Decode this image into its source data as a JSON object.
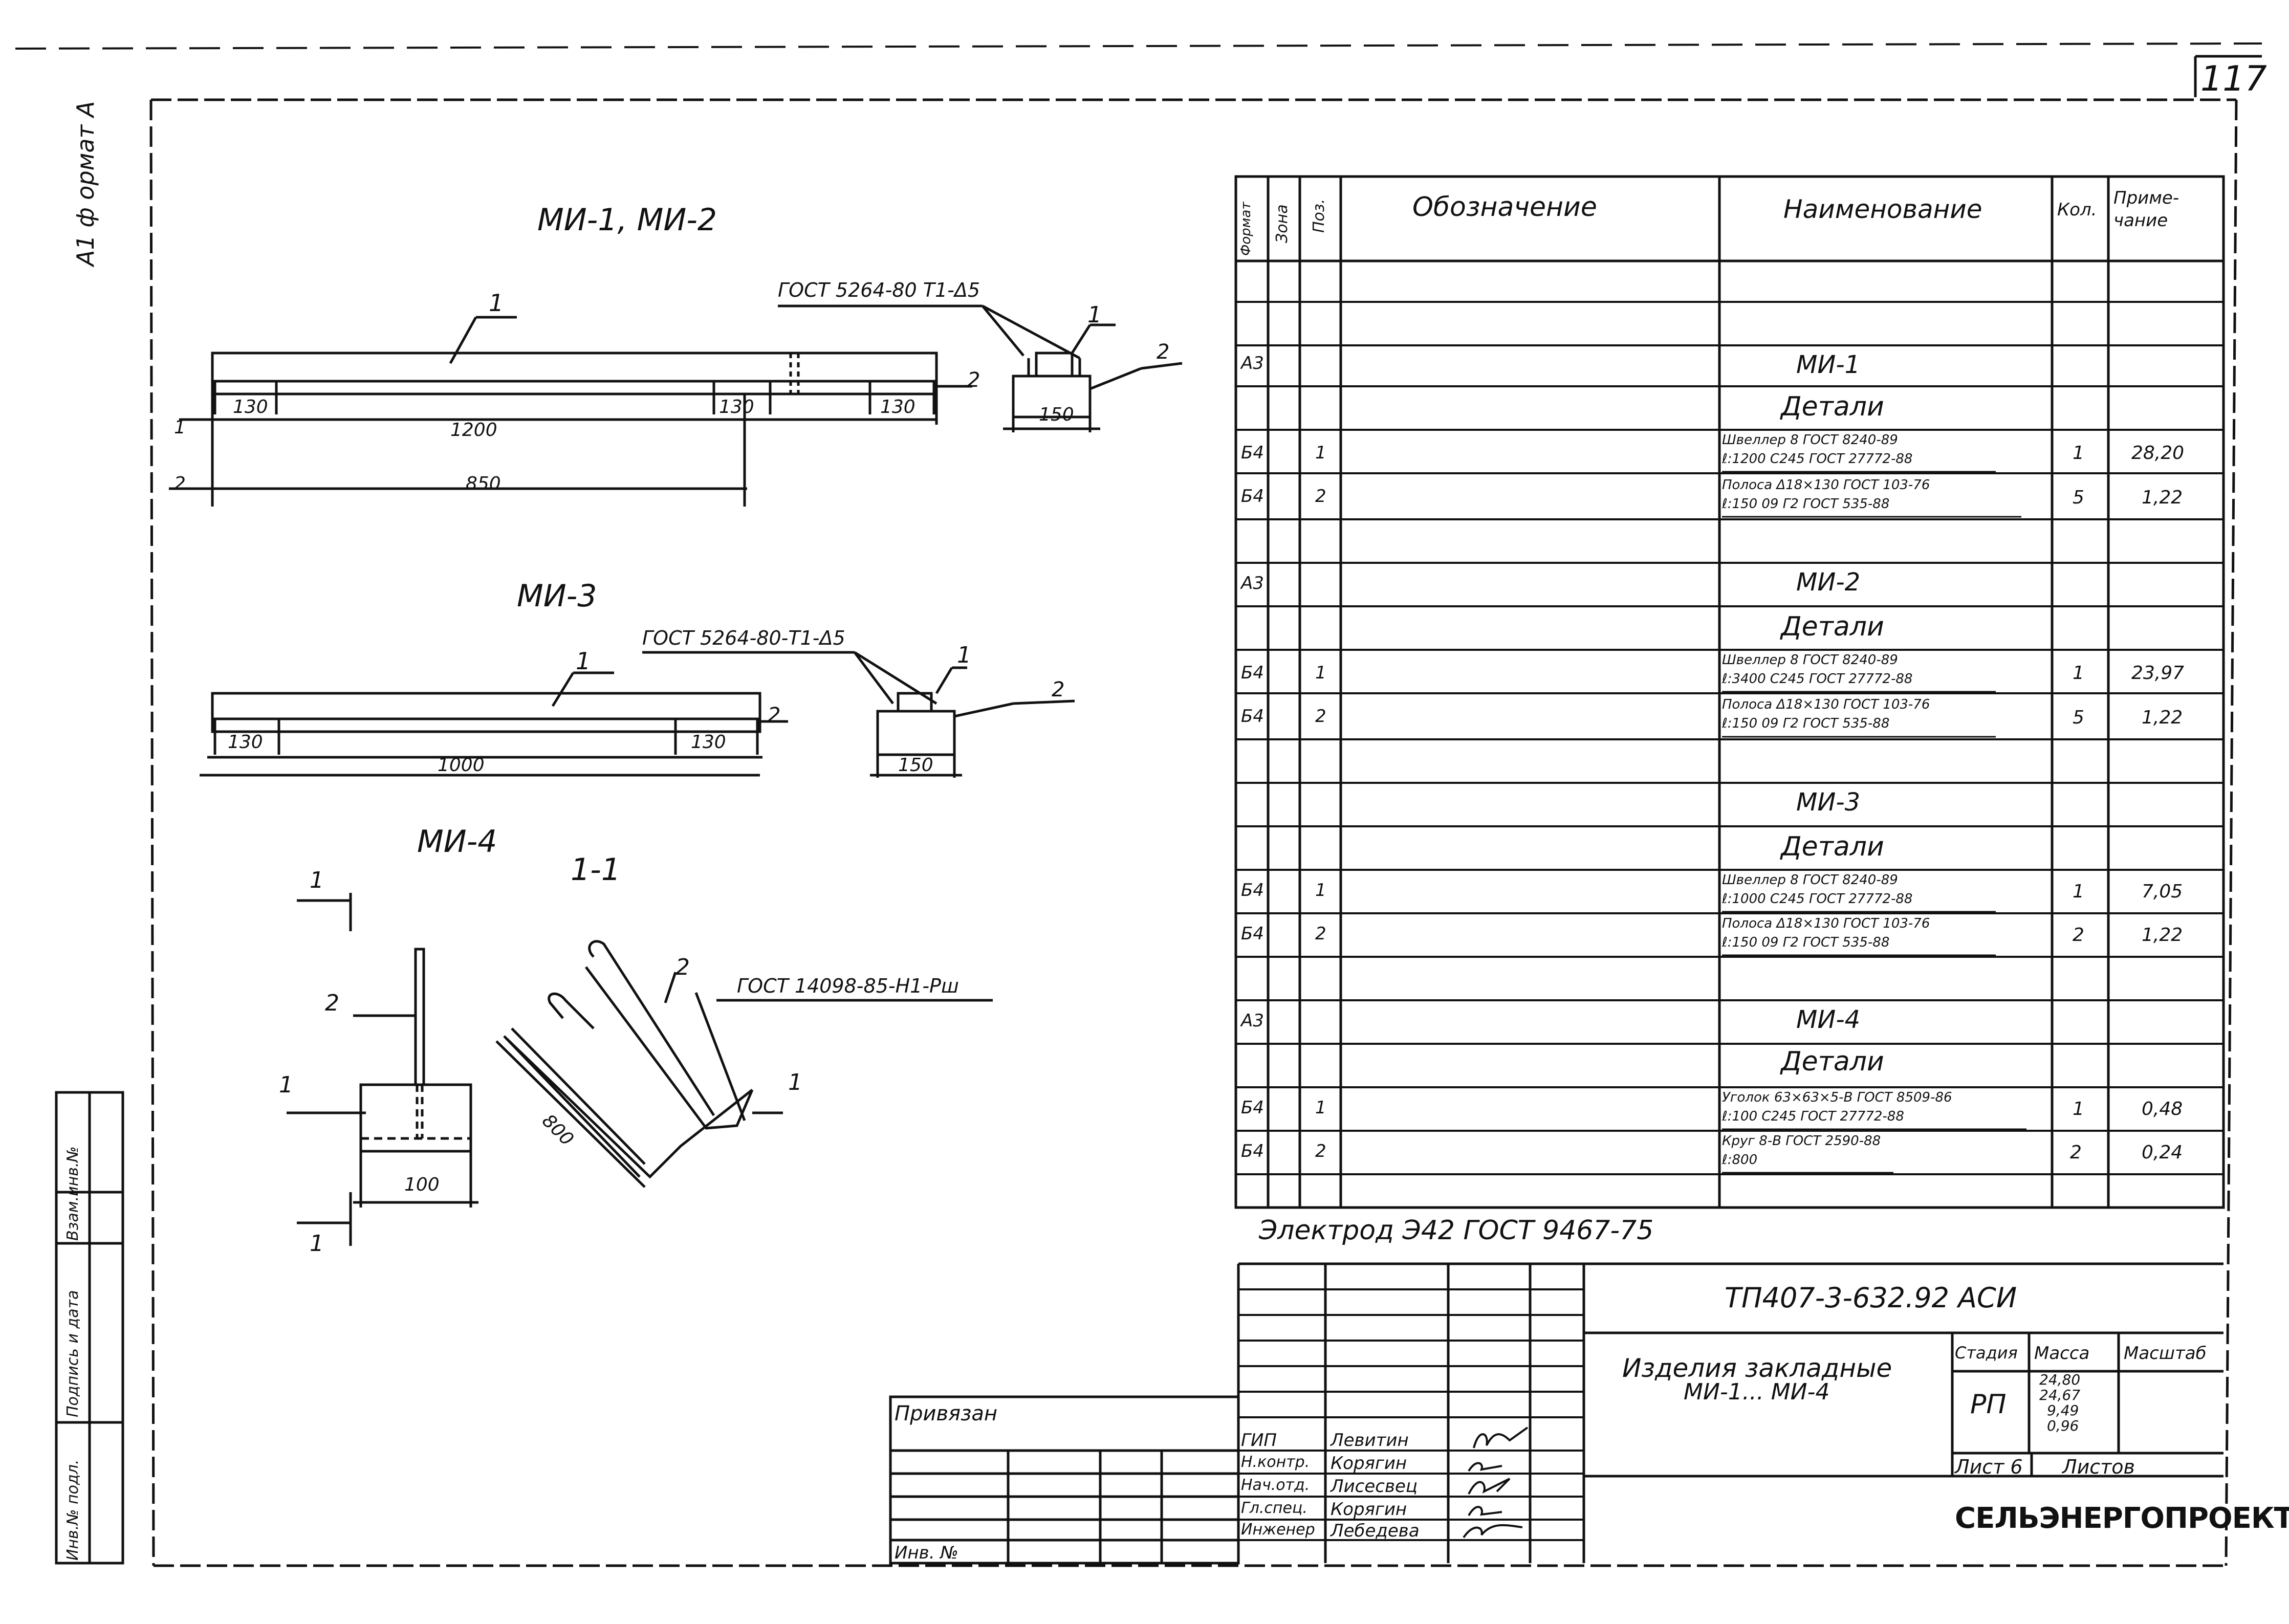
{
  "sheet_number": "117",
  "format_label": "А1 ф ормат А",
  "views": {
    "mi12": {
      "title": "МИ-1, МИ-2",
      "weld_note": "ГОСТ 5264-80 Т1-Δ5",
      "pos_1": "1",
      "pos_2": "2",
      "dim_130_left": "130",
      "dim_1200": "1200",
      "dim_130_mid": "130",
      "dim_130_right": "130",
      "dim_850": "850",
      "dim_150": "150",
      "mark_1": "1",
      "mark_2": "2",
      "sec_pos_1": "1",
      "sec_pos_2": "2"
    },
    "mi3": {
      "title": "МИ-3",
      "weld_note": "ГОСТ 5264-80-Т1-Δ5",
      "pos_1": "1",
      "pos_2": "2",
      "dim_130_left": "130",
      "dim_1000": "1000",
      "dim_130_right": "130",
      "dim_150": "150",
      "sec_pos_1": "1",
      "sec_pos_2": "2"
    },
    "mi4": {
      "title": "МИ-4",
      "section_title": "1-1",
      "weld_note": "ГОСТ 14098-85-Н1-Рш",
      "pos_1": "1",
      "pos_2": "2",
      "cut_1": "1",
      "cut_2": "1",
      "dim_100": "100",
      "dim_800": "800",
      "sec_pos_1": "1",
      "sec_pos_2": "2"
    }
  },
  "spec": {
    "headers": {
      "format": "Формат",
      "zone": "Зона",
      "pos": "Поз.",
      "designation": "Обозначение",
      "name": "Наименование",
      "qty": "Кол.",
      "note": "Приме-чание"
    },
    "groups": [
      {
        "format": "А3",
        "title": "МИ-1",
        "subtitle": "Детали",
        "rows": [
          {
            "format": "Б4",
            "pos": "1",
            "name_l1": "Швеллер 8 ГОСТ 8240-89",
            "name_l2": "ℓ:1200  С245 ГОСТ 27772-88",
            "qty": "1",
            "note": "28,20"
          },
          {
            "format": "Б4",
            "pos": "2",
            "name_l1": "Полоса  Δ18×130 ГОСТ 103-76",
            "name_l2": "ℓ:150   09 Г2 ГОСТ 535-88",
            "qty": "5",
            "note": "1,22"
          }
        ]
      },
      {
        "format": "А3",
        "title": "МИ-2",
        "subtitle": "Детали",
        "rows": [
          {
            "format": "Б4",
            "pos": "1",
            "name_l1": "Швеллер 8 ГОСТ 8240-89",
            "name_l2": "ℓ:3400   С245 ГОСТ 27772-88",
            "qty": "1",
            "note": "23,97"
          },
          {
            "format": "Б4",
            "pos": "2",
            "name_l1": "Полоса  Δ18×130 ГОСТ 103-76",
            "name_l2": "ℓ:150    09 Г2 ГОСТ 535-88",
            "qty": "5",
            "note": "1,22"
          }
        ]
      },
      {
        "format": "",
        "title": "МИ-3",
        "subtitle": "Детали",
        "rows": [
          {
            "format": "Б4",
            "pos": "1",
            "name_l1": "Швеллер 8 ГОСТ 8240-89",
            "name_l2": "ℓ:1000    С245 ГОСТ 27772-88",
            "qty": "1",
            "note": "7,05"
          },
          {
            "format": "Б4",
            "pos": "2",
            "name_l1": "Полоса  Δ18×130 ГОСТ 103-76",
            "name_l2": "ℓ:150     09 Г2 ГОСТ 535-88",
            "qty": "2",
            "note": "1,22"
          }
        ]
      },
      {
        "format": "А3",
        "title": "МИ-4",
        "subtitle": "Детали",
        "rows": [
          {
            "format": "Б4",
            "pos": "1",
            "name_l1": "Уголок  63×63×5-В ГОСТ 8509-86",
            "name_l2": "ℓ:100   С245 ГОСТ 27772-88",
            "qty": "1",
            "note": "0,48"
          },
          {
            "format": "Б4",
            "pos": "2",
            "name_l1": "Круг   8-В ГОСТ 2590-88",
            "name_l2": "ℓ:800",
            "qty": "2",
            "note": "0,24"
          }
        ]
      }
    ]
  },
  "electrode_note": "Электрод Э42 ГОСТ 9467-75",
  "title_block": {
    "doc_code": "ТП407-3-632.92 АСИ",
    "product_title_l1": "Изделия закладные",
    "product_title_l2": "МИ-1... МИ-4",
    "stage_label": "Стадия",
    "mass_label": "Масса",
    "scale_label": "Масштаб",
    "stage": "РП",
    "masses": [
      "24,80",
      "24,67",
      "9,49",
      "0,96"
    ],
    "sheet_label": "Лист 6",
    "sheets_label": "Листов",
    "org": "СЕЛЬЭНЕРГОПРОЕКТ",
    "privyazan": "Привязан",
    "inv_no": "Инв. №",
    "signers": [
      {
        "role": "ГИП",
        "name": "Левитин"
      },
      {
        "role": "Н.контр.",
        "name": "Корягин"
      },
      {
        "role": "Нач.отд.",
        "name": "Лисесвец"
      },
      {
        "role": "Гл.спец.",
        "name": "Корягин"
      },
      {
        "role": "Инженер",
        "name": "Лебедева"
      }
    ]
  },
  "side_stamp": {
    "inv_podl": "Инв.№ подл.",
    "podpis": "Подпись и дата",
    "vzam_inv": "Взам.инв.№"
  }
}
